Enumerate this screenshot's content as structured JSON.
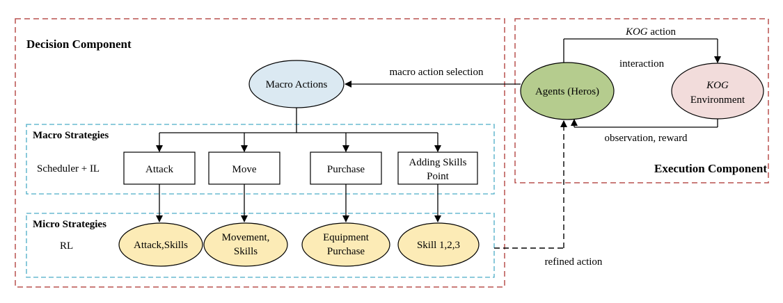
{
  "components": {
    "decision": {
      "title": "Decision Component"
    },
    "execution": {
      "title": "Execution Component"
    }
  },
  "macro_actions": {
    "label": "Macro Actions"
  },
  "macro_strategies": {
    "title": "Macro Strategies",
    "method": "Scheduler + IL",
    "boxes": [
      {
        "lines": [
          "Attack"
        ]
      },
      {
        "lines": [
          "Move"
        ]
      },
      {
        "lines": [
          "Purchase"
        ]
      },
      {
        "lines": [
          "Adding Skills",
          "Point"
        ]
      }
    ]
  },
  "micro_strategies": {
    "title": "Micro Strategies",
    "method": "RL",
    "ellipses": [
      {
        "lines": [
          "Attack,Skills"
        ]
      },
      {
        "lines": [
          "Movement,",
          "Skills"
        ]
      },
      {
        "lines": [
          "Equipment",
          "Purchase"
        ]
      },
      {
        "lines": [
          "Skill 1,2,3"
        ]
      }
    ]
  },
  "agents": {
    "label": "Agents (Heros)"
  },
  "environment": {
    "line1": "KOG",
    "line2": "Environment"
  },
  "edge_labels": {
    "kog_action_italic": "KOG",
    "kog_action_rest": " action",
    "interaction": "interaction",
    "observation_reward": "observation, reward",
    "macro_action_selection": "macro action selection",
    "refined_action": "refined action"
  },
  "colors": {
    "component_border": "#b8504f",
    "strategy_border": "#4bacc6",
    "macro_actions_fill": "#dbe9f2",
    "agents_fill": "#b5cc8e",
    "environment_fill": "#f2dcdb",
    "micro_fill": "#fcebb6"
  }
}
